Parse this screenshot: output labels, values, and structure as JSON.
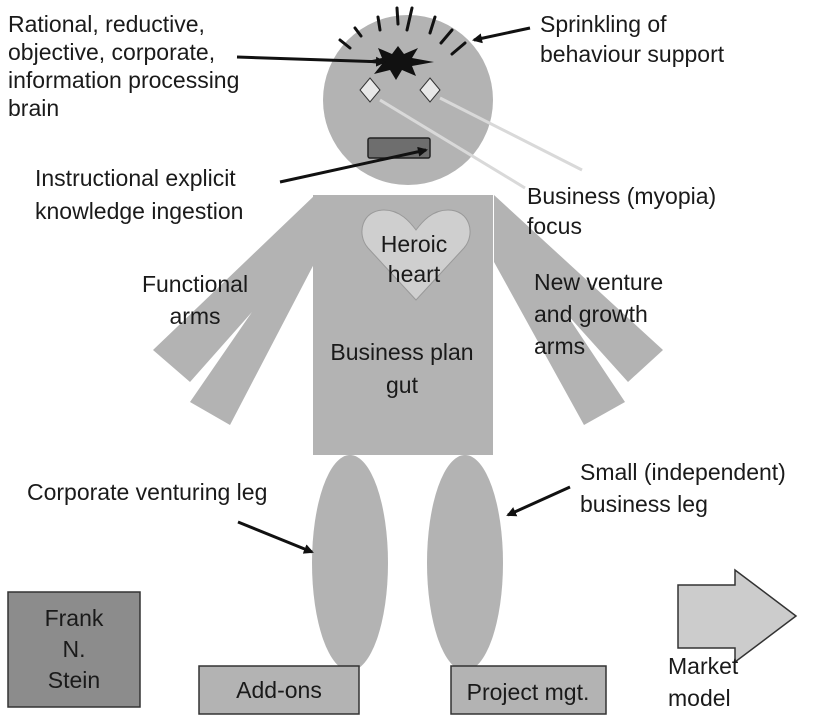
{
  "colors": {
    "figure": "#b3b3b3",
    "frank_box": "#8c8c8c",
    "arrow": "#cccccc",
    "heart": "#cfcfcf",
    "eye": "#e8e8e8",
    "mouth": "#6e6e6e",
    "focus_line": "#d9d9d9",
    "brain_star": "#111111",
    "text": "#1a1a1a"
  },
  "labels": {
    "brain": [
      "Rational, reductive,",
      "objective, corporate,",
      "information processing",
      "brain"
    ],
    "behaviour": [
      "Sprinkling of",
      "behaviour support"
    ],
    "ingestion": [
      "Instructional explicit",
      "knowledge ingestion"
    ],
    "focus": [
      "Business (myopia)",
      "focus"
    ],
    "heart": [
      "Heroic",
      "heart"
    ],
    "functional_arms": [
      "Functional",
      "arms"
    ],
    "venture_arms": [
      "New venture",
      "and growth",
      "arms"
    ],
    "gut": [
      "Business plan",
      "gut"
    ],
    "corp_leg": [
      "Corporate venturing leg"
    ],
    "small_leg": [
      "Small (independent)",
      "business leg"
    ],
    "frank": [
      "Frank",
      "N.",
      "Stein"
    ],
    "addons": [
      "Add-ons"
    ],
    "project": [
      "Project mgt."
    ],
    "market": [
      "Market",
      "model"
    ]
  }
}
